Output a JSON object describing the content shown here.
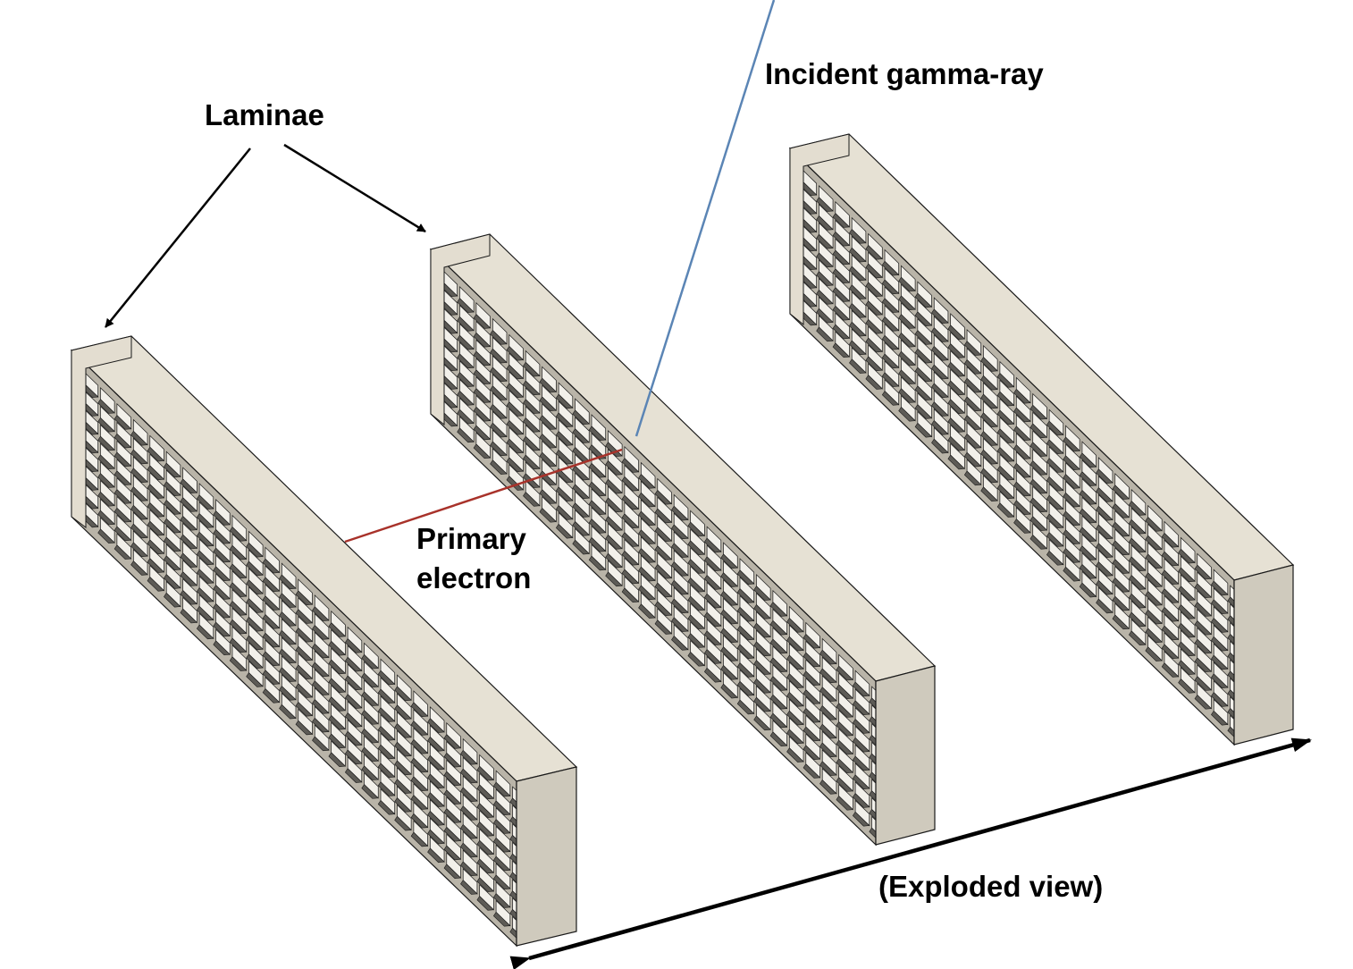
{
  "labels": {
    "laminae": "Laminae",
    "incident_gamma_ray": "Incident gamma-ray",
    "primary_electron_line1": "Primary",
    "primary_electron_line2": "electron",
    "exploded_view": "(Exploded view)"
  },
  "laminae_count": 3,
  "colors": {
    "lamina_face": "#e3ddd0",
    "lamina_side": "#cdc8bb",
    "lamina_top": "#e8e3d6",
    "lamina_recess": "#a9a59c",
    "cell_wall_light": "#f2f0ea",
    "cell_wall_dark": "#5d5b56",
    "edge": "#1a1a1a",
    "gamma_ray": "#5b85b5",
    "primary_electron": "#a8322a",
    "arrow": "#000000"
  }
}
